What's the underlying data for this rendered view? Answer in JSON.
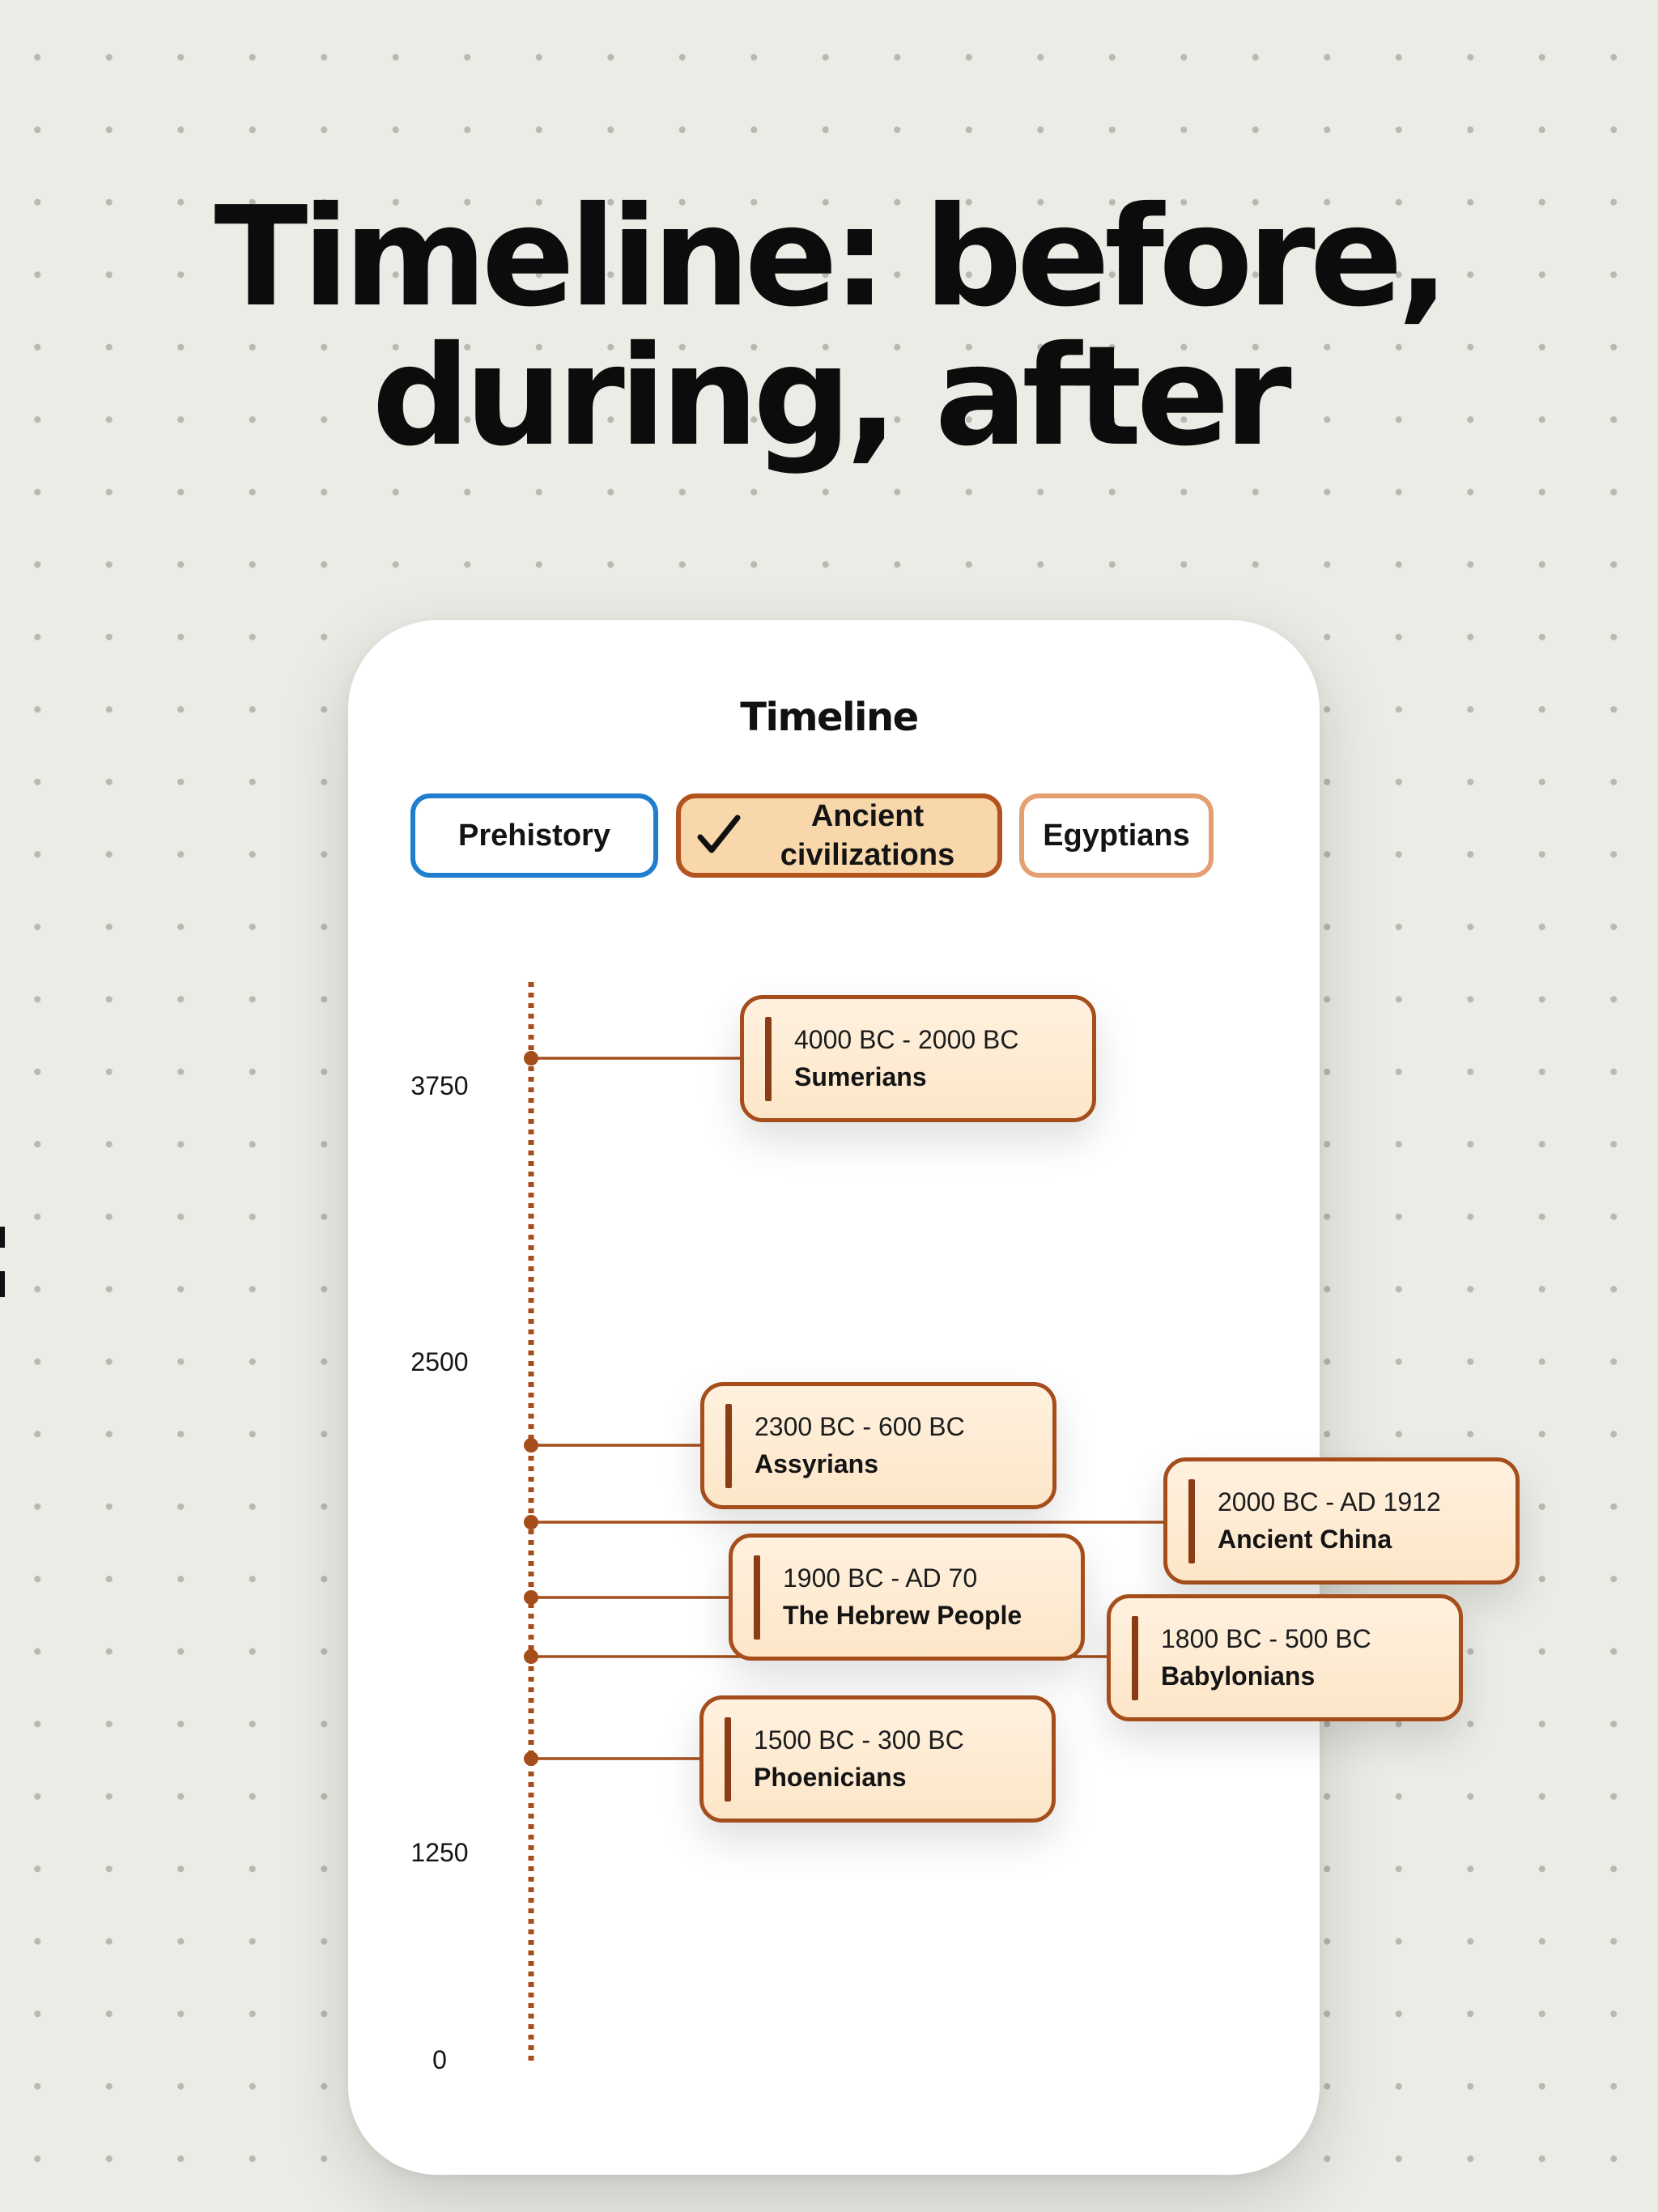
{
  "page": {
    "headline_line1": "Timeline: before,",
    "headline_line2": "during, after"
  },
  "card": {
    "title": "Timeline",
    "tabs": [
      {
        "label": "Prehistory",
        "state": "default",
        "border": "#1f7fce"
      },
      {
        "label": "Ancient civilizations",
        "state": "selected",
        "icon": "check-icon",
        "border": "#b3541e",
        "fill": "#f8d7ab"
      },
      {
        "label": "Egyptians",
        "state": "default",
        "border": "#e4a073"
      }
    ]
  },
  "timeline": {
    "axis_labels": [
      "3750",
      "2500",
      "1250",
      "0"
    ],
    "accent_color": "#a54e1c",
    "events": [
      {
        "date": "4000 BC - 2000 BC",
        "name": "Sumerians"
      },
      {
        "date": "2300 BC - 600 BC",
        "name": "Assyrians"
      },
      {
        "date": "2000 BC - AD 1912",
        "name": "Ancient China"
      },
      {
        "date": "1900 BC - AD 70",
        "name": "The Hebrew People"
      },
      {
        "date": "1800 BC - 500 BC",
        "name": "Babylonians"
      },
      {
        "date": "1500 BC - 300 BC",
        "name": "Phoenicians"
      }
    ]
  }
}
